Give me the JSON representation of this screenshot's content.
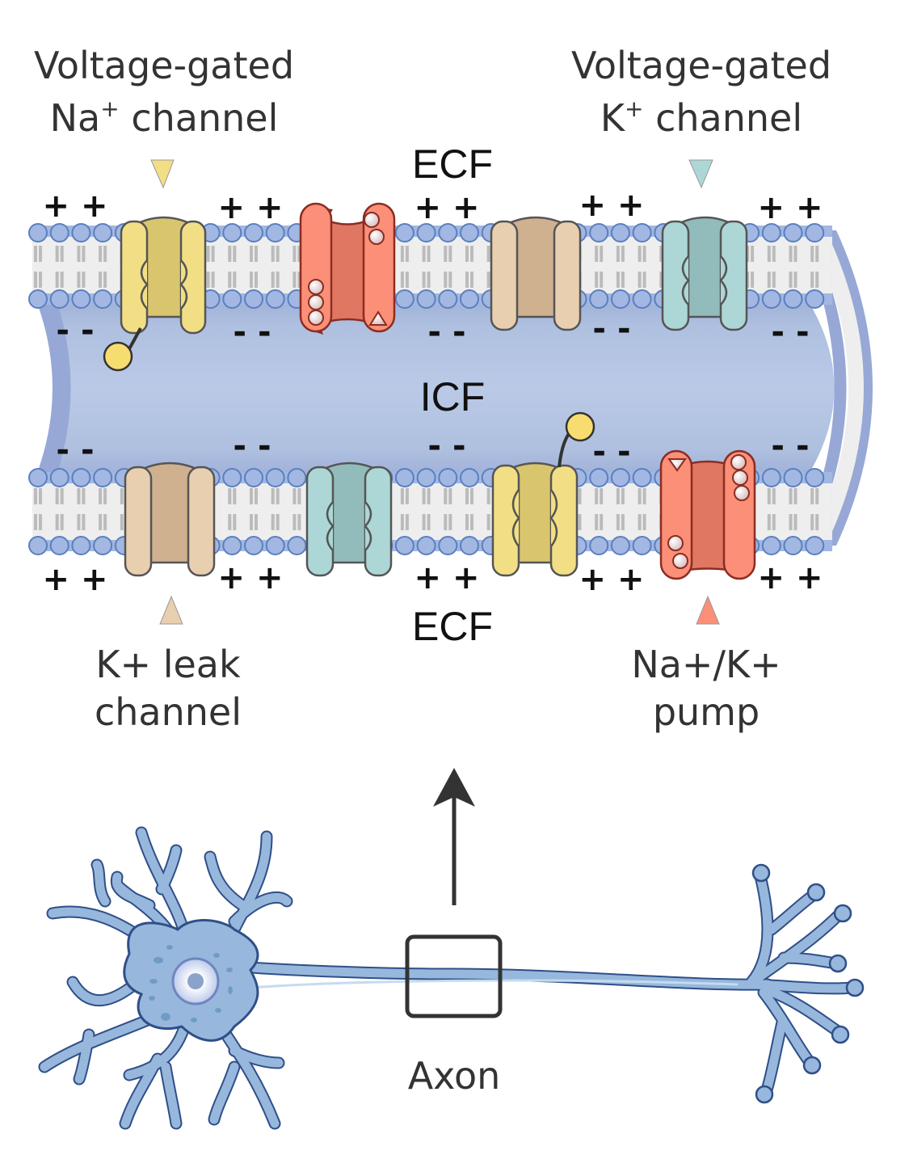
{
  "title": "Ion channels along the axon membrane",
  "labels": {
    "na_channel": {
      "line1": "Voltage-gated",
      "line2_prefix": "Na",
      "line2_sup": "+",
      "line2_suffix": " channel"
    },
    "k_channel": {
      "line1": "Voltage-gated",
      "line2_prefix": "K",
      "line2_sup": "+",
      "line2_suffix": " channel"
    },
    "k_leak": {
      "line1": "K+ leak",
      "line2": "channel"
    },
    "pump": {
      "line1": "Na+/K+",
      "line2": "pump"
    },
    "axon": "Axon"
  },
  "regions": {
    "ecf_top": "ECF",
    "icf": "ICF",
    "ecf_bottom": "ECF"
  },
  "charges": {
    "outside": "+ +",
    "inside": "- -"
  },
  "colors": {
    "na_channel": "#f2df85",
    "k_channel": "#acd7d6",
    "k_leak": "#e8cfb0",
    "pump": "#fb8f78",
    "membrane_head": "#a2b7e1",
    "cytoplasm": "#b7c6e3",
    "neuron": "#97b8dc"
  }
}
